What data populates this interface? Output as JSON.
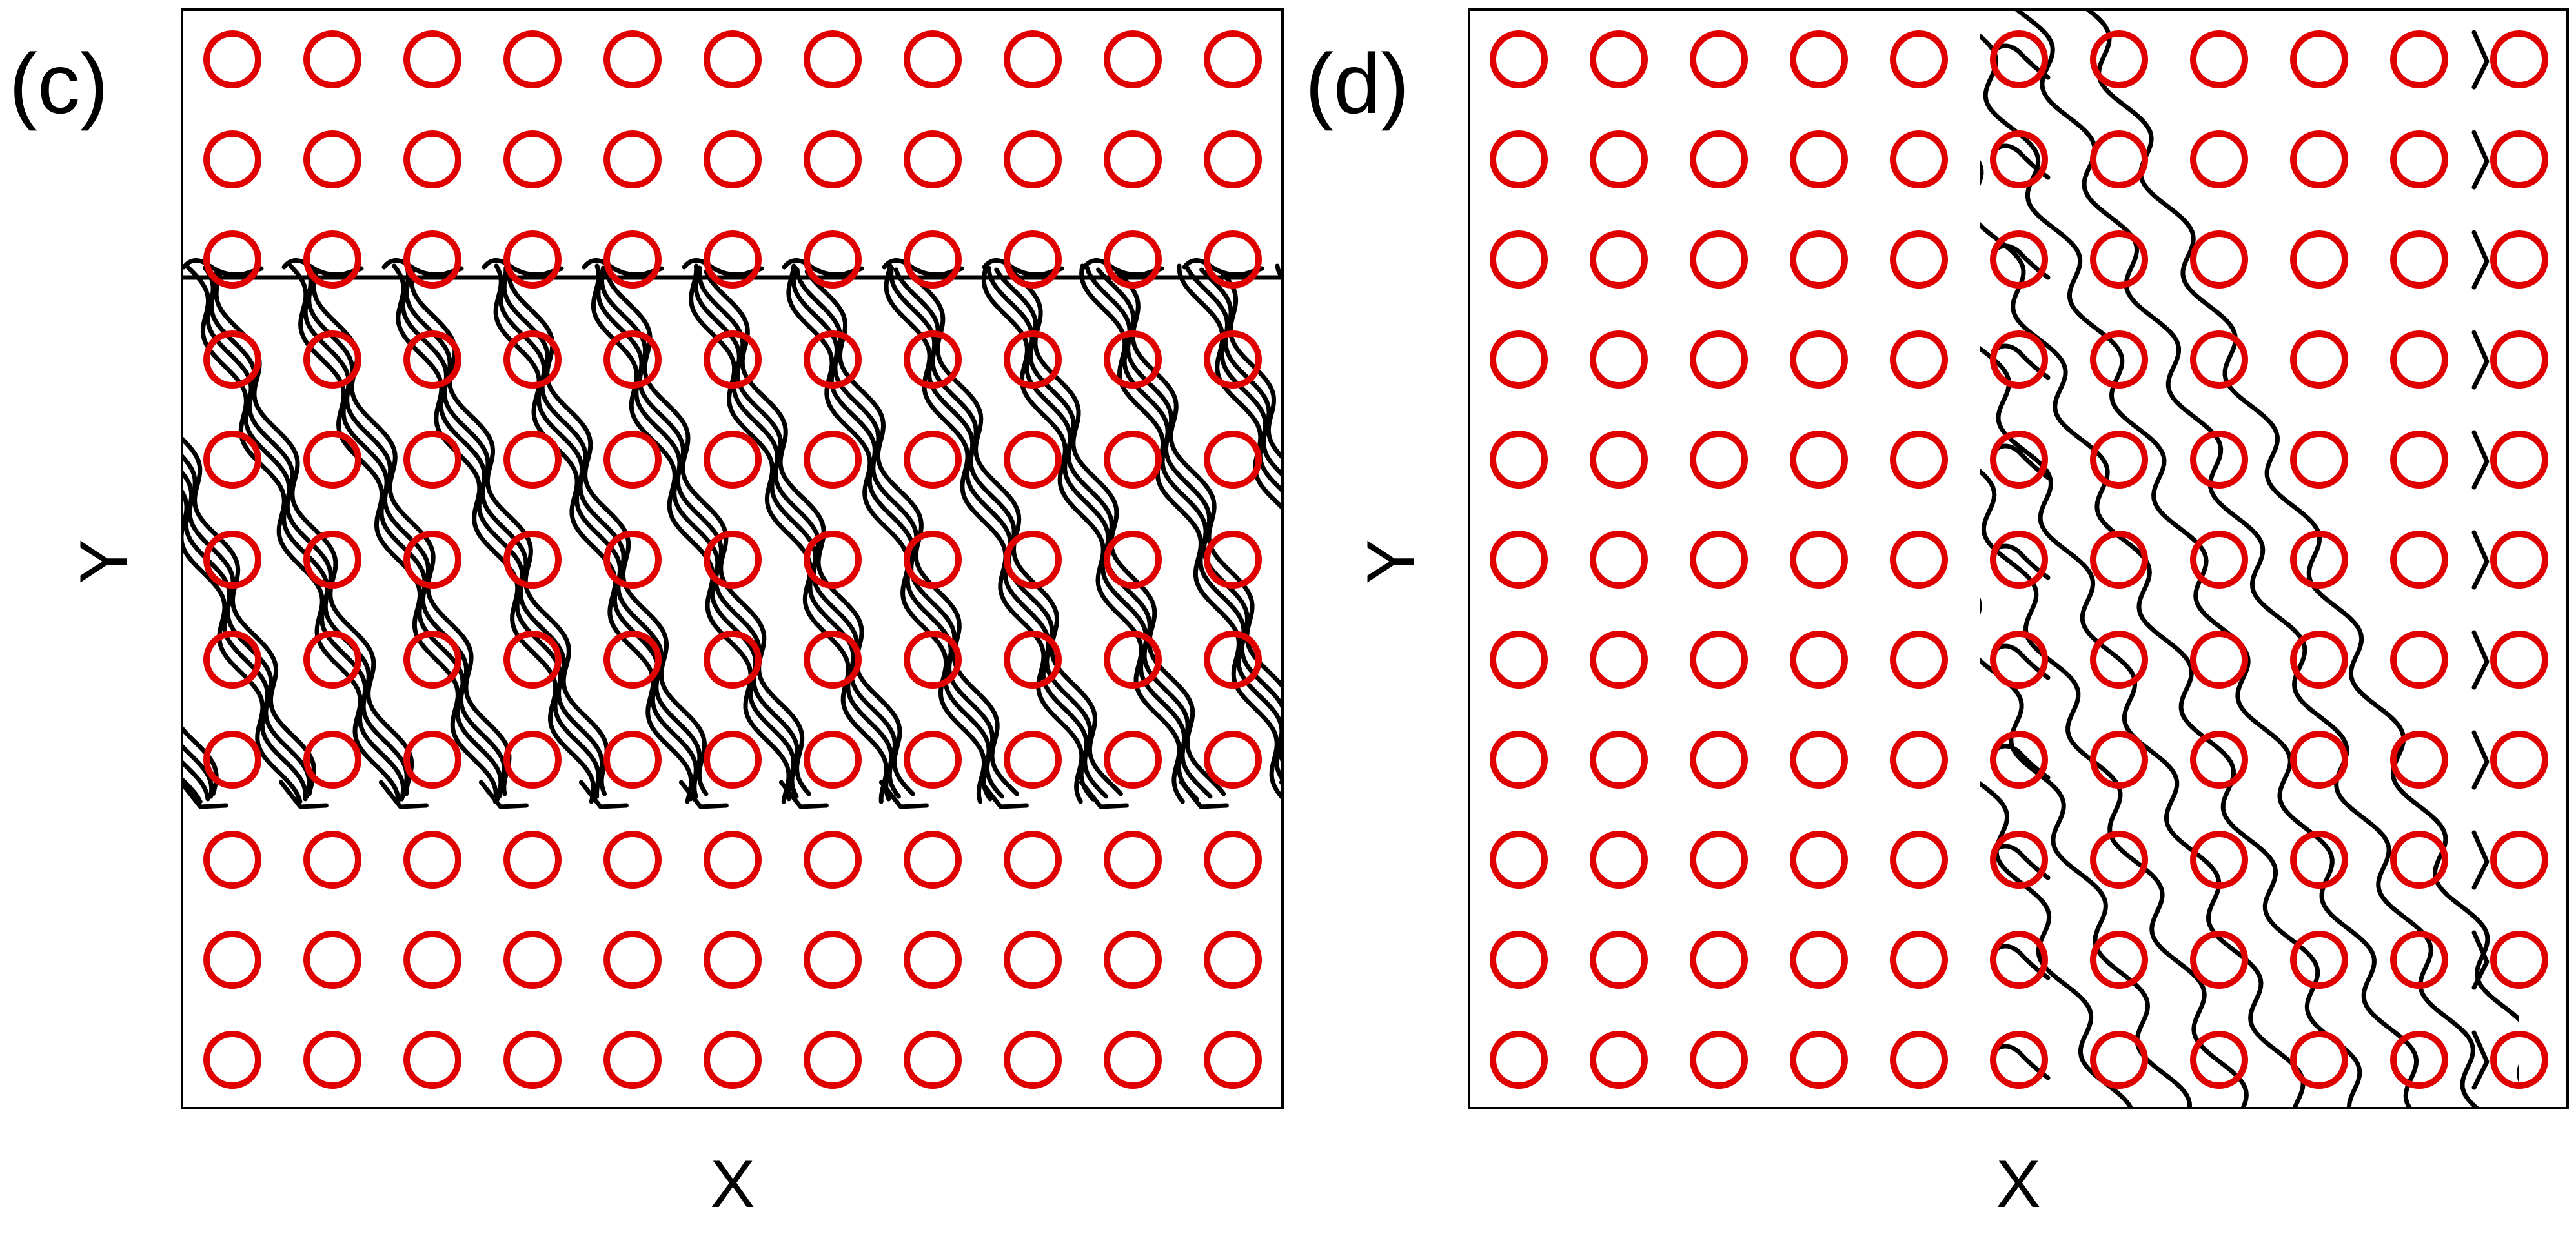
{
  "colors": {
    "obstacle": "#e00000",
    "trajectory": "#000000",
    "frame": "#000000",
    "background": "#ffffff"
  },
  "grid": {
    "columns": 11,
    "rows": 11
  },
  "panels": [
    {
      "id": "c",
      "label": "(c)",
      "xlabel": "X",
      "ylabel": "Y",
      "band": {
        "orientation": "horizontal",
        "from_row": 2,
        "to_row": 7
      }
    },
    {
      "id": "d",
      "label": "(d)",
      "xlabel": "X",
      "ylabel": "Y",
      "band": {
        "orientation": "vertical",
        "from_col": 5,
        "to_col": 9
      }
    }
  ]
}
